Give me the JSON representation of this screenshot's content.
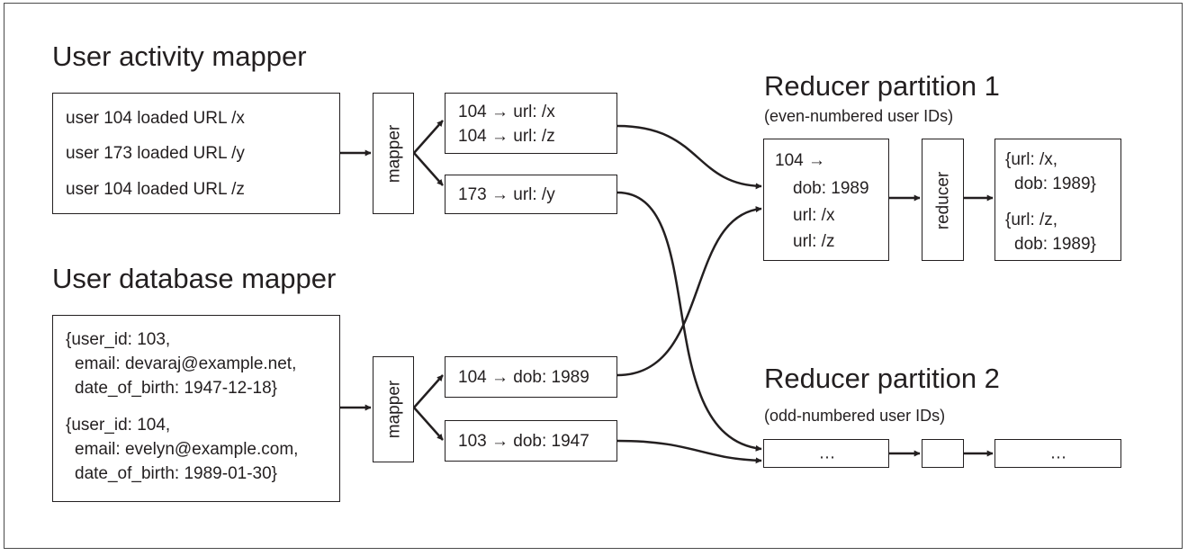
{
  "titles": {
    "user_activity_mapper": "User activity mapper",
    "user_database_mapper": "User database mapper",
    "reducer_partition_1": "Reducer partition 1",
    "reducer_partition_1_note": "(even-numbered user IDs)",
    "reducer_partition_2": "Reducer partition 2",
    "reducer_partition_2_note": "(odd-numbered user IDs)"
  },
  "activity_input": [
    "user 104 loaded URL /x",
    "user 173 loaded URL /y",
    "user 104 loaded URL /z"
  ],
  "database_input": [
    "{user_id: 103,",
    "email: devaraj@example.net,",
    "date_of_birth: 1947-12-18}",
    "{user_id: 104,",
    "email: evelyn@example.com,",
    "date_of_birth: 1989-01-30}"
  ],
  "mapper_label": "mapper",
  "reducer_label": "reducer",
  "activity_outputs": {
    "even": [
      "104 → url: /x",
      "104 → url: /z"
    ],
    "odd": "173 → url: /y"
  },
  "database_outputs": {
    "even": "104 → dob: 1989",
    "odd": "103 → dob: 1947"
  },
  "partition1": {
    "grouped": [
      "104 →",
      "dob: 1989",
      "url: /x",
      "url: /z"
    ],
    "output": [
      "{url: /x,",
      "dob: 1989}",
      "{url: /z,",
      "dob: 1989}"
    ]
  },
  "partition2": {
    "input_ellipsis": "…",
    "output_ellipsis": "…"
  }
}
